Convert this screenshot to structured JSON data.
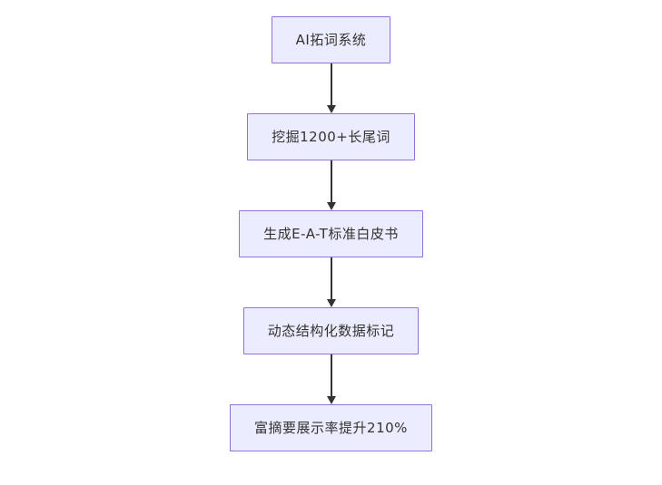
{
  "diagram": {
    "type": "flowchart",
    "direction": "top-down",
    "nodes": [
      {
        "label": "AI拓词系统"
      },
      {
        "label": "挖掘1200+长尾词"
      },
      {
        "label": "生成E-A-T标准白皮书"
      },
      {
        "label": "动态结构化数据标记"
      },
      {
        "label": "富摘要展示率提升210%"
      }
    ],
    "edges": [
      {
        "from": 0,
        "to": 1
      },
      {
        "from": 1,
        "to": 2
      },
      {
        "from": 2,
        "to": 3
      },
      {
        "from": 3,
        "to": 4
      }
    ],
    "colors": {
      "node_fill": "#ECECFF",
      "node_border": "#9370DB",
      "arrow": "#333333",
      "text": "#333333",
      "background": "#FFFFFF"
    }
  }
}
